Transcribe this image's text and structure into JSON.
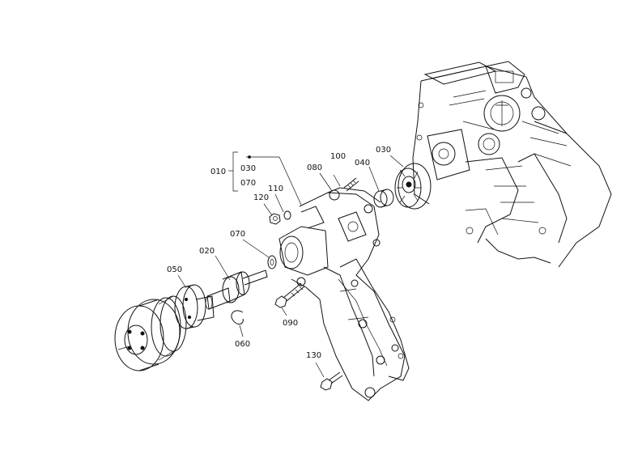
{
  "callouts": {
    "c010": "010",
    "c010_030": "030",
    "c010_070": "070",
    "c020": "020",
    "c030": "030",
    "c040": "040",
    "c050": "050",
    "c060": "060",
    "c070": "070",
    "c080": "080",
    "c090": "090",
    "c100": "100",
    "c110": "110",
    "c120": "120",
    "c130": "130"
  }
}
